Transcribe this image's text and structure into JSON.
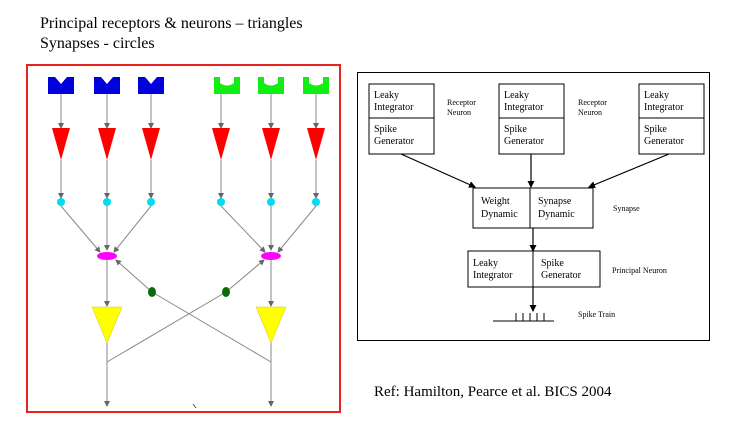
{
  "header": {
    "line1": "Principal receptors & neurons – triangles",
    "line2": "Synapses - circles"
  },
  "colors": {
    "receptor_blue": "#0000dd",
    "receptor_green": "#11ee11",
    "neuron_red": "#ff0000",
    "synapse_cyan": "#00ddee",
    "junction_magenta": "#ff00ff",
    "inhibitory_dark_green": "#0b6b0b",
    "principal_yellow": "#ffff00",
    "panel_border_red": "#e8231f"
  },
  "model": {
    "receptors": [
      {
        "block1": [
          "Leaky",
          "Integrator"
        ],
        "block2": [
          "Spike",
          "Generator"
        ]
      },
      {
        "block1": [
          "Leaky",
          "Integrator"
        ],
        "block2": [
          "Spike",
          "Generator"
        ]
      },
      {
        "block1": [
          "Leaky",
          "Integrator"
        ],
        "block2": [
          "Spike",
          "Generator"
        ]
      }
    ],
    "receptor_label": [
      "Receptor",
      "Neuron"
    ],
    "synapse_block": {
      "left": [
        "Weight",
        "Dynamic"
      ],
      "right": [
        "Synapse",
        "Dynamic"
      ]
    },
    "synapse_label": "Synapse",
    "principal_block": {
      "left": [
        "Leaky",
        "Integrator"
      ],
      "right": [
        "Spike",
        "Generator"
      ]
    },
    "principal_label": "Principal Neuron",
    "spike_train_label": "Spike Train"
  },
  "reference": "Ref: Hamilton, Pearce et al. BICS 2004"
}
